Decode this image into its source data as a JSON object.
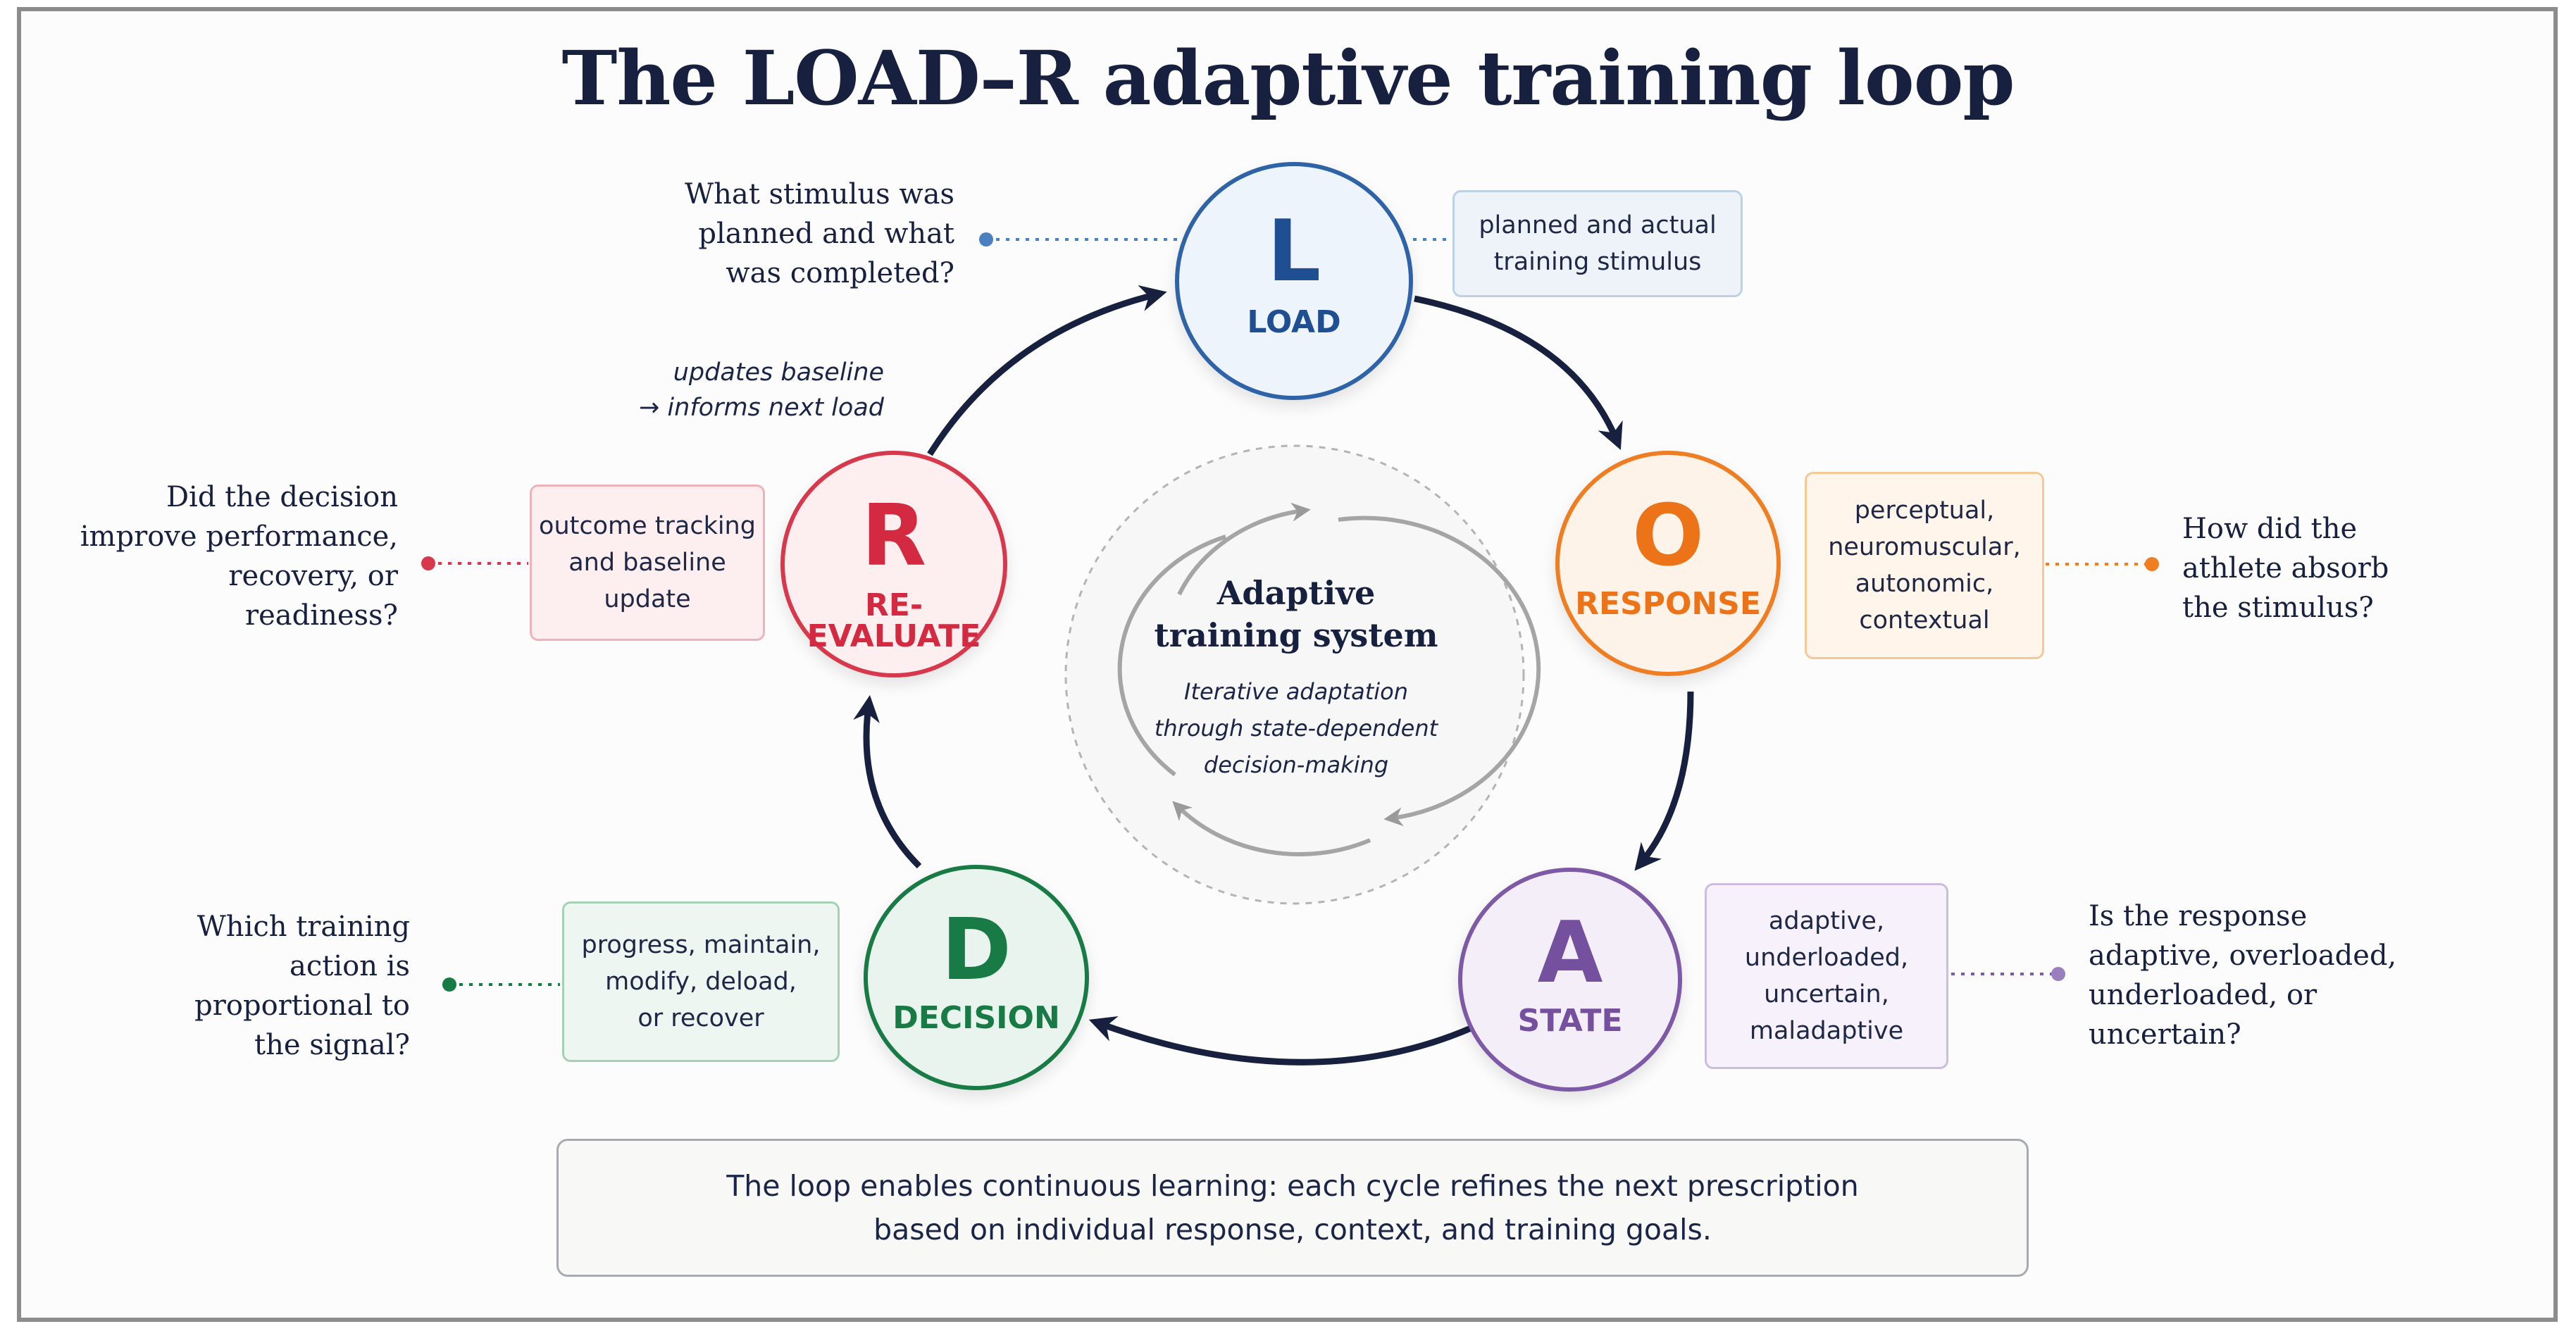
{
  "title": "The LOAD–R adaptive training loop",
  "colors": {
    "load": "#2f63a8",
    "response": "#ef7d22",
    "state": "#7e59a6",
    "decision": "#187a44",
    "reevaluate": "#d8384b",
    "arrow": "#17213f",
    "center": "#9a9a9a"
  },
  "nodes": {
    "load": {
      "letter": "L",
      "label": "LOAD"
    },
    "response": {
      "letter": "O",
      "label": "RESPONSE"
    },
    "state": {
      "letter": "A",
      "label": "STATE"
    },
    "decision": {
      "letter": "D",
      "label": "DECISION"
    },
    "reevaluate": {
      "letter": "R",
      "label": "RE-EVALUATE"
    }
  },
  "boxes": {
    "load": "planned and actual\ntraining stimulus",
    "response": "perceptual,\nneuromuscular,\nautonomic,\ncontextual",
    "state": "adaptive,\nunderloaded,\nuncertain,\nmaladaptive",
    "decision": "progress, maintain,\nmodify, deload,\nor recover",
    "reevaluate": "outcome tracking\nand baseline\nupdate"
  },
  "questions": {
    "load": "What stimulus was\nplanned and what\nwas completed?",
    "response": "How did the\nathlete absorb\nthe stimulus?",
    "state": "Is the response\nadaptive, overloaded,\nunderloaded, or\nuncertain?",
    "decision": "Which training\naction is\nproportional to\nthe signal?",
    "reevaluate": "Did the decision\nimprove performance,\nrecovery, or\nreadiness?"
  },
  "note": "updates baseline\n→ informs next load",
  "center": {
    "title": "Adaptive\ntraining system",
    "subtitle": "Iterative adaptation\nthrough state-dependent\ndecision-making"
  },
  "footer": "The loop enables continuous learning: each cycle refines the next prescription\nbased on individual response, context, and training goals."
}
